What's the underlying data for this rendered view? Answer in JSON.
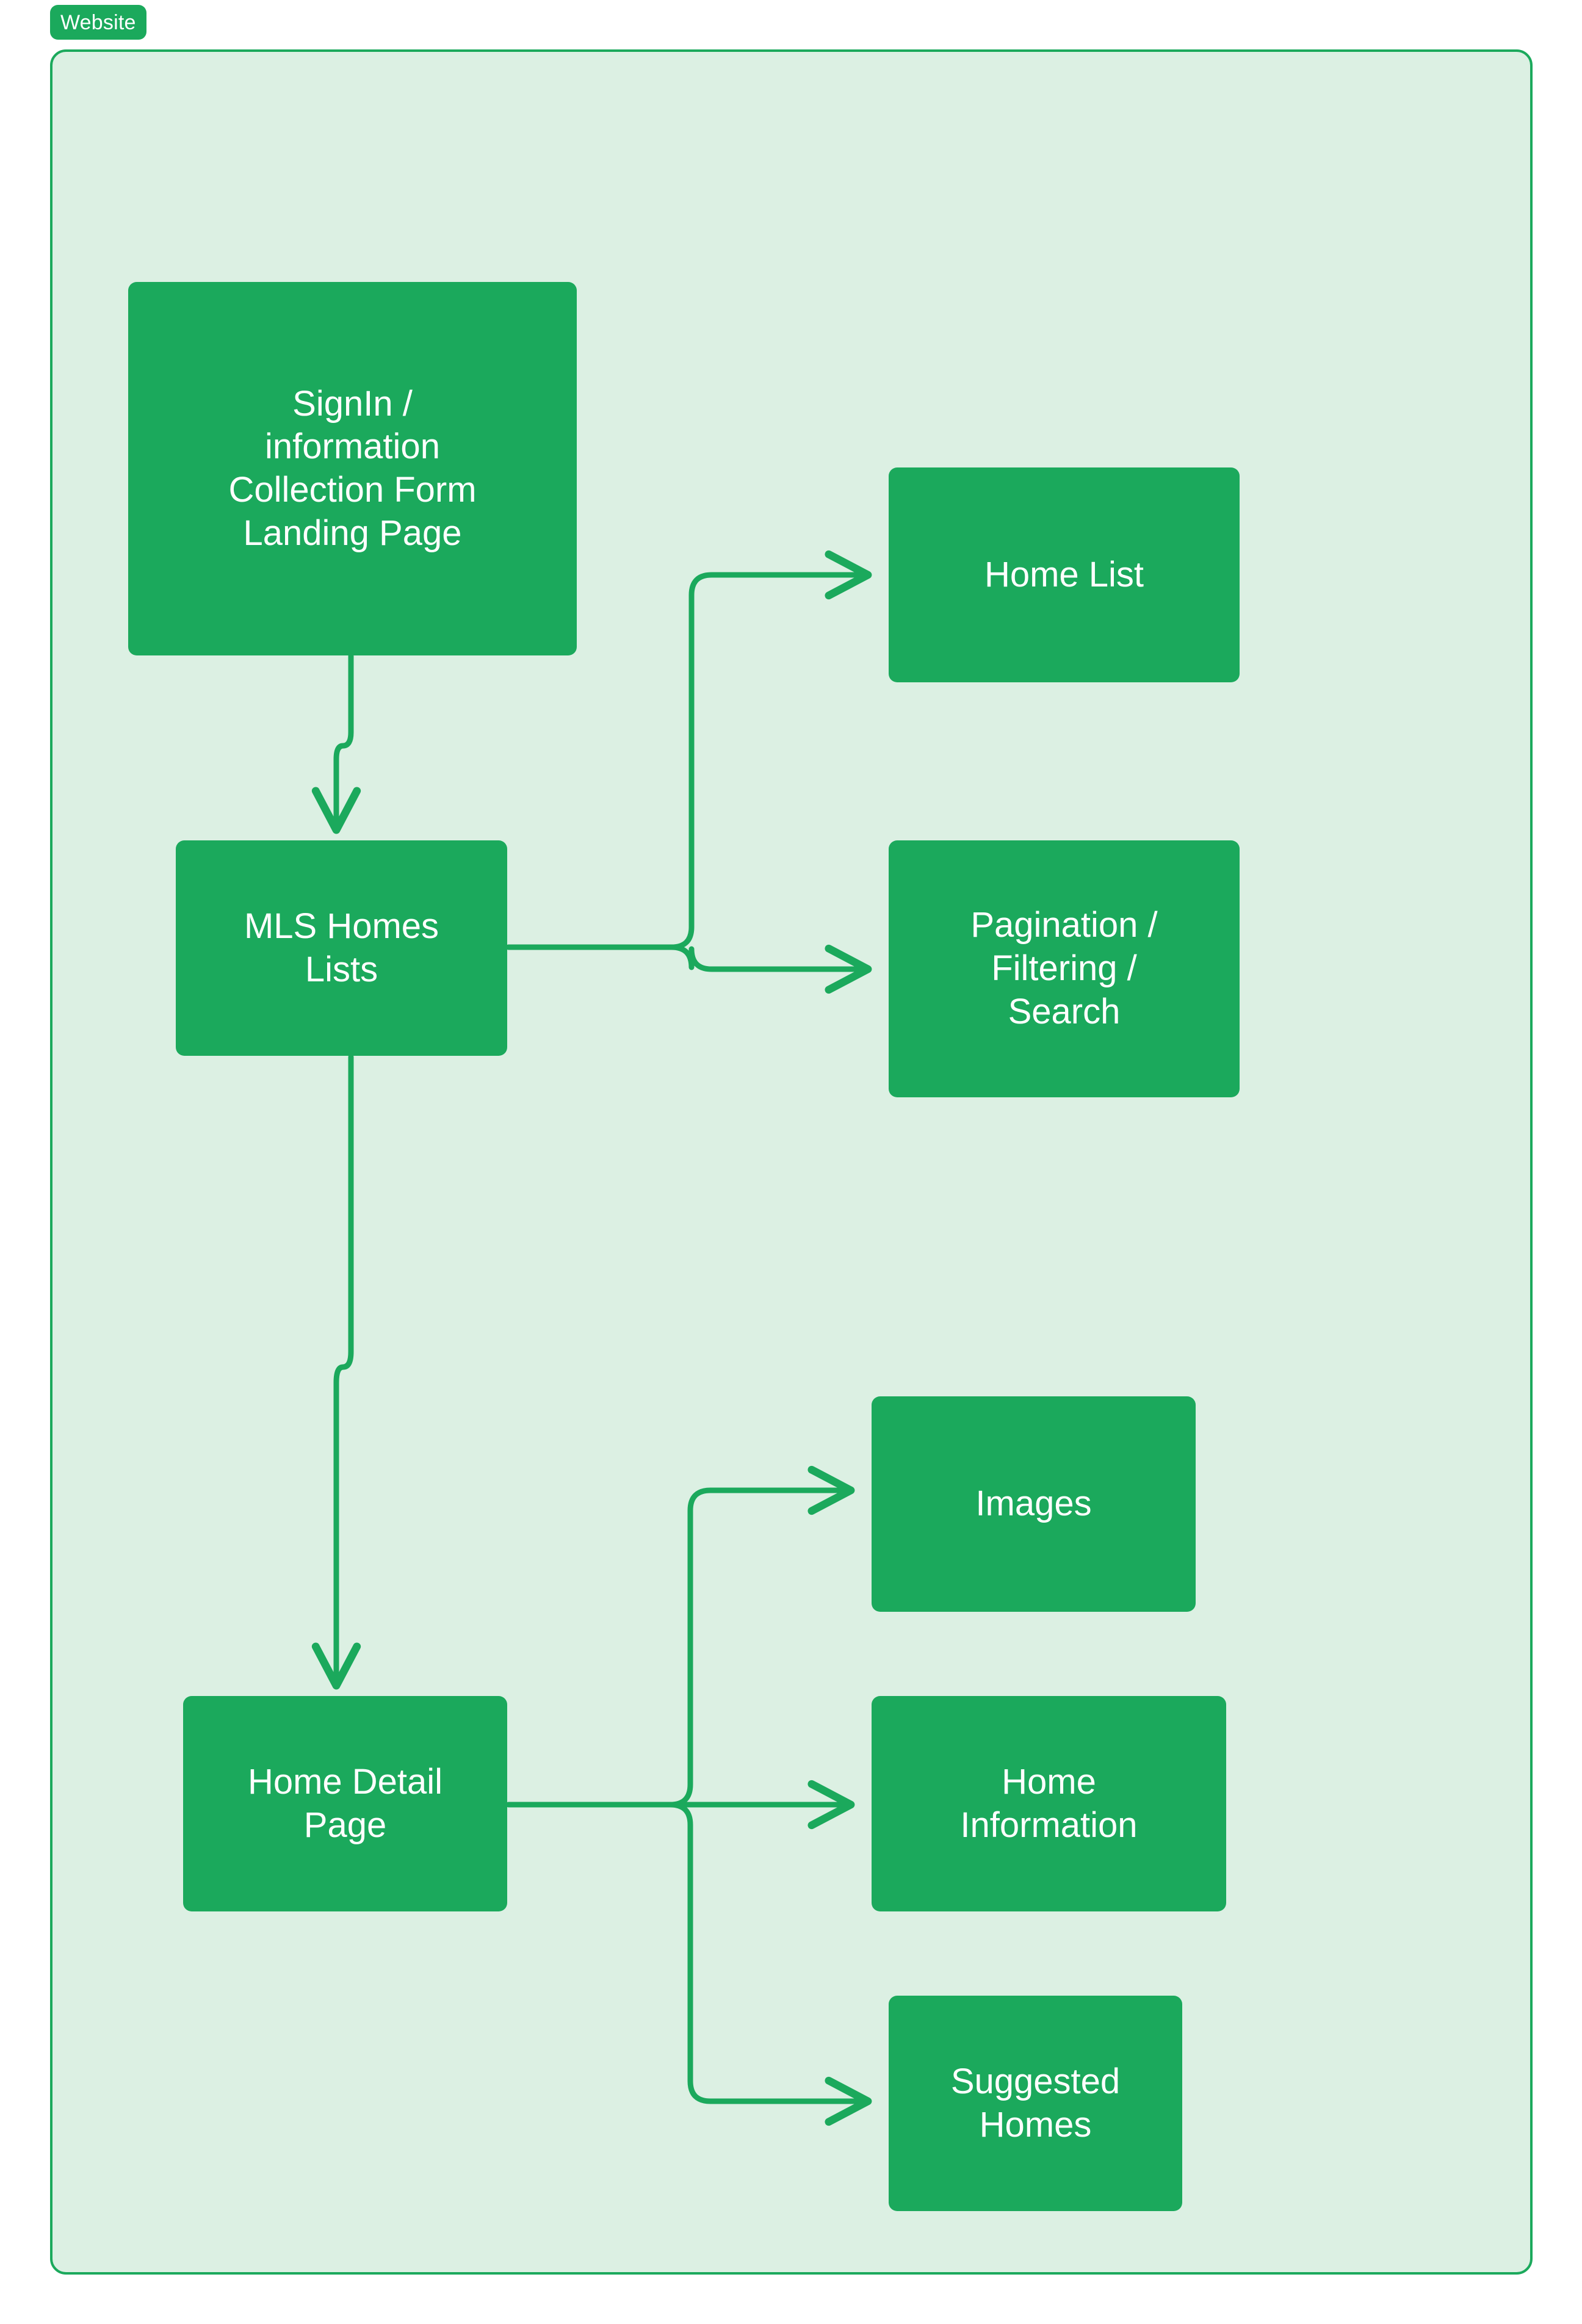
{
  "group": {
    "label": "Website",
    "chip_color": "#1ba95c",
    "fill_color": "#dcf0e3",
    "border_color": "#1ba95c"
  },
  "theme": {
    "node_fill": "#1ba95c",
    "node_text": "#ffffff",
    "edge_color": "#1ba95c",
    "page_background": "#ffffff"
  },
  "diagram": {
    "type": "flowchart",
    "title": "Website",
    "nodes": [
      {
        "id": "signin",
        "label": "SignIn /\ninformation\nCollection Form\nLanding Page"
      },
      {
        "id": "home-list",
        "label": "Home List"
      },
      {
        "id": "mls",
        "label": "MLS Homes\nLists"
      },
      {
        "id": "pagination",
        "label": "Pagination /\nFiltering /\nSearch"
      },
      {
        "id": "images",
        "label": "Images"
      },
      {
        "id": "home-info",
        "label": "Home\nInformation"
      },
      {
        "id": "suggested",
        "label": "Suggested\nHomes"
      },
      {
        "id": "home-detail",
        "label": "Home Detail\nPage"
      }
    ],
    "edges": [
      {
        "from": "signin",
        "to": "mls",
        "style": "arrow"
      },
      {
        "from": "mls",
        "to": "home-list",
        "style": "arrow"
      },
      {
        "from": "mls",
        "to": "pagination",
        "style": "arrow"
      },
      {
        "from": "mls",
        "to": "home-detail",
        "style": "arrow"
      },
      {
        "from": "home-detail",
        "to": "images",
        "style": "arrow"
      },
      {
        "from": "home-detail",
        "to": "home-info",
        "style": "arrow"
      },
      {
        "from": "home-detail",
        "to": "suggested",
        "style": "arrow"
      }
    ]
  }
}
